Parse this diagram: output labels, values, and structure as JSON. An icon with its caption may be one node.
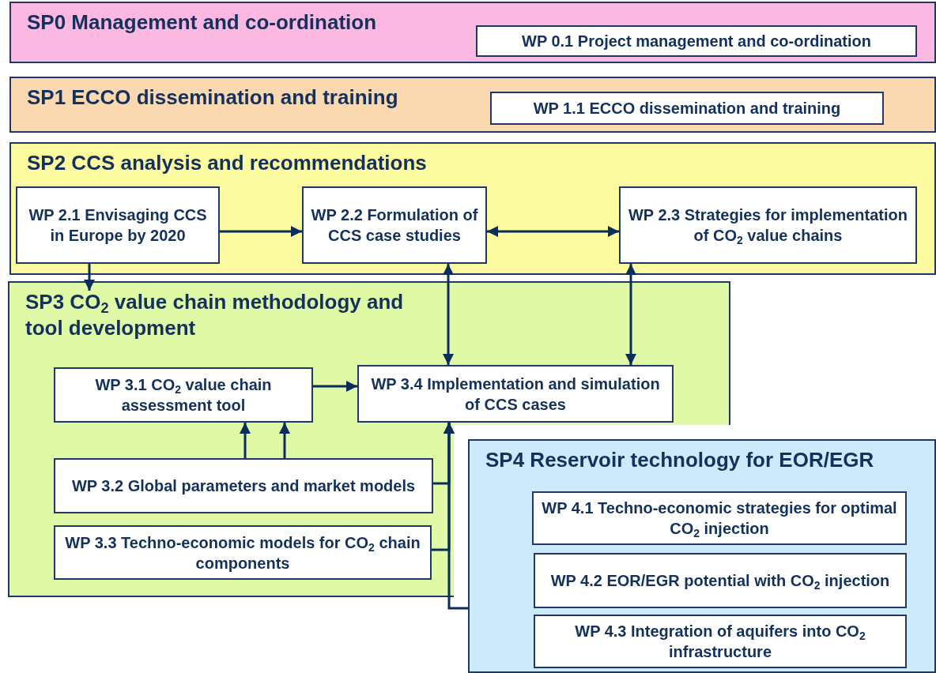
{
  "diagram": {
    "nodes": [
      {
        "text": [
          "SP0 Management and co-ordination"
        ]
      },
      {
        "text": [
          "WP 0.1 Project management and co-ordination"
        ],
        "in": 0
      },
      {
        "text": [
          "SP1 ECCO dissemination and training"
        ]
      },
      {
        "text": [
          "WP 1.1 ECCO dissemination and training"
        ],
        "in": 2
      },
      {
        "text": [
          "SP2 CCS analysis and recommendations"
        ]
      },
      {
        "text": [
          "WP 2.1 Envisaging CCS in Europe by 2020"
        ],
        "in": 4
      },
      {
        "text": [
          "WP 2.2 Formulation of CCS case studies"
        ],
        "in": 4
      },
      {
        "text": [
          "WP 2.3 Strategies for implementation of CO$_{2}$ value chains"
        ],
        "in": 4
      },
      {
        "text": [
          "SP3 CO$_{2}$ value chain methodology and tool development"
        ]
      },
      {
        "text": [
          "WP 3.1 CO$_{2}$ value chain assessment tool"
        ],
        "in": 8
      },
      {
        "text": [
          "WP 3.4 Implementation and simulation of CCS cases"
        ],
        "in": 8
      },
      {
        "text": [
          "WP 3.2 Global parameters and market models"
        ],
        "in": 8
      },
      {
        "text": [
          "WP 3.3 Techno-economic models for CO$_{2}$ chain components"
        ],
        "in": 8
      },
      {
        "text": [
          "SP4 Reservoir technology for EOR/EGR"
        ]
      },
      {
        "text": [
          "WP 4.1 Techno-economic strategies for optimal CO$_{2}$ injection"
        ],
        "in": 13
      },
      {
        "text": [
          "WP 4.2 EOR/EGR potential with CO$_{2}$ injection"
        ],
        "in": 13
      },
      {
        "text": [
          "WP 4.3 Integration of aquifers into CO$_{2}$ infrastructure"
        ],
        "in": 13
      }
    ],
    "edges": [
      {
        "from": 5,
        "to": 6,
        "arrow": "to"
      },
      {
        "from": 6,
        "to": 7,
        "arrow": "both"
      },
      {
        "from": 5,
        "to": 8,
        "arrow": "to"
      },
      {
        "from": 6,
        "to": 10,
        "arrow": "both"
      },
      {
        "from": 7,
        "to": 10,
        "arrow": "both"
      },
      {
        "from": 9,
        "to": 10,
        "arrow": "to"
      },
      {
        "from": 11,
        "to": 9,
        "arrow": "to"
      },
      {
        "from": 11,
        "to": 9,
        "arrow": "to"
      },
      {
        "from": 11,
        "to": 10,
        "arrow": "to"
      },
      {
        "from": 12,
        "to": 10,
        "arrow": "to"
      },
      {
        "from": 13,
        "to": 10,
        "arrow": "to"
      }
    ]
  }
}
